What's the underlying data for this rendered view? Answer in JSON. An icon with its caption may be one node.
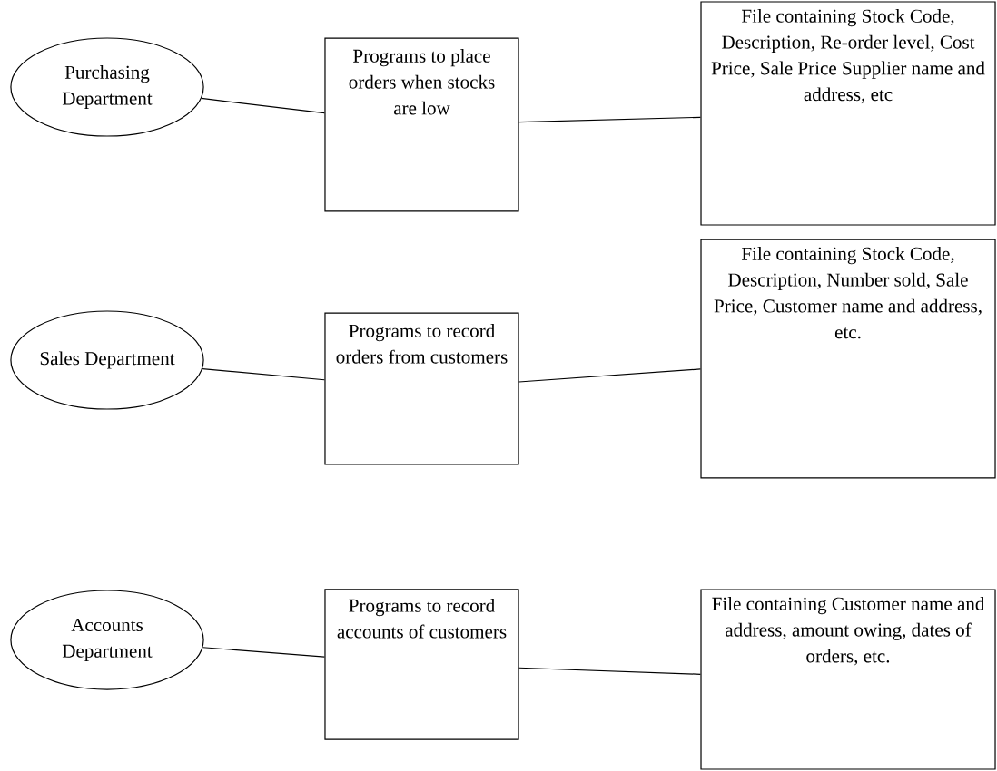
{
  "diagram": {
    "nodes": [
      {
        "text": [
          "Purchasing Department"
        ]
      },
      {
        "text": [
          "Programs to place orders when stocks are low"
        ]
      },
      {
        "text": [
          "File containing Stock Code, Description, Re-order level, Cost Price, Sale Price Supplier name and address, etc"
        ]
      },
      {
        "text": [
          "Sales Department"
        ]
      },
      {
        "text": [
          "Programs to record orders from customers"
        ]
      },
      {
        "text": [
          "File containing Stock Code, Description, Number sold, Sale Price, Customer name and address, etc."
        ]
      },
      {
        "text": [
          "Accounts Department"
        ]
      },
      {
        "text": [
          "Programs to record accounts of customers"
        ]
      },
      {
        "text": [
          "File containing Customer name and address, amount owing, dates of orders, etc."
        ]
      }
    ],
    "edges": [
      {
        "from": 0,
        "to": 1,
        "arrow": "none"
      },
      {
        "from": 1,
        "to": 2,
        "arrow": "none"
      },
      {
        "from": 3,
        "to": 4,
        "arrow": "none"
      },
      {
        "from": 4,
        "to": 5,
        "arrow": "none"
      },
      {
        "from": 6,
        "to": 7,
        "arrow": "none"
      },
      {
        "from": 7,
        "to": 8,
        "arrow": "none"
      }
    ]
  }
}
